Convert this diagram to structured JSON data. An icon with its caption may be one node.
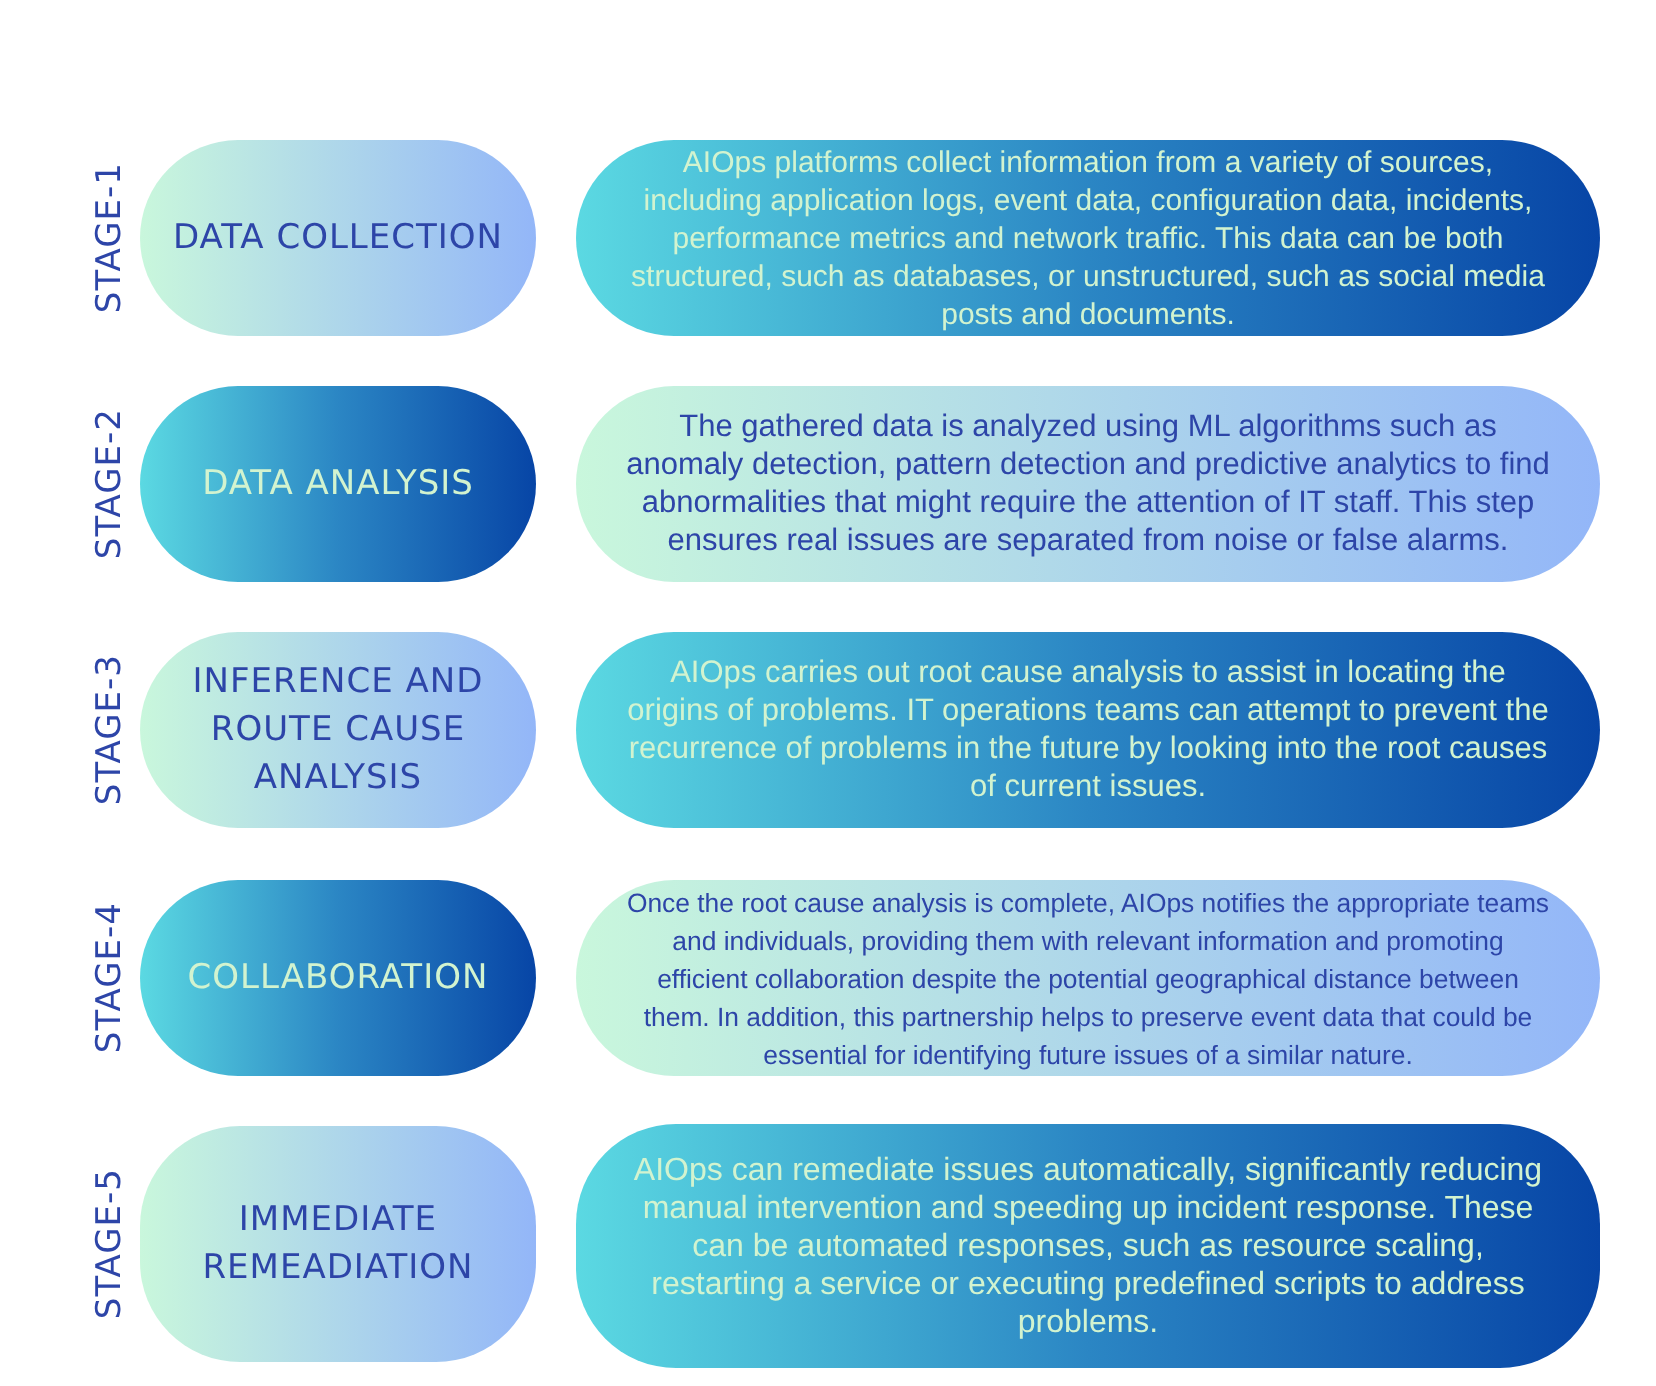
{
  "diagram": {
    "nodes": [
      {
        "text": [
          "DATA COLLECTION"
        ],
        "beside": [
          "STAGE-1"
        ]
      },
      {
        "text": [
          "AIOps platforms collect information from a variety of sources, including application logs, event data, configuration data, incidents, performance metrics and network traffic. This data can be both structured, such as databases, or unstructured, such as social media posts and documents."
        ]
      },
      {
        "text": [
          "DATA ANALYSIS"
        ],
        "beside": [
          "STAGE-2"
        ]
      },
      {
        "text": [
          "The gathered data is analyzed using ML algorithms such as anomaly detection, pattern detection and predictive analytics to find abnormalities that might require the attention of IT staff. This step ensures real issues are separated from noise or false alarms."
        ]
      },
      {
        "text": [
          "INFERENCE AND ROUTE CAUSE ANALYSIS"
        ],
        "beside": [
          "STAGE-3"
        ]
      },
      {
        "text": [
          "AIOps carries out root cause analysis to assist in locating the origins of problems. IT operations teams can attempt to prevent the recurrence of problems in the future by looking into the root causes of current issues."
        ]
      },
      {
        "text": [
          "COLLABORATION"
        ],
        "beside": [
          "STAGE-4"
        ]
      },
      {
        "text": [
          "Once the root cause analysis is complete, AIOps notifies the appropriate teams and individuals, providing them with relevant information and promoting efficient collaboration despite the potential geographical distance between them. In addition, this partnership helps to preserve event data that could be essential for identifying future issues of a similar nature."
        ]
      },
      {
        "text": [
          "IMMEDIATE REMEADIATION"
        ],
        "beside": [
          "STAGE-5"
        ]
      },
      {
        "text": [
          "AIOps can remediate issues automatically, significantly reducing manual intervention and speeding up incident response. These can be automated responses, such as resource scaling, restarting a service or executing predefined scripts to address problems."
        ]
      }
    ]
  }
}
